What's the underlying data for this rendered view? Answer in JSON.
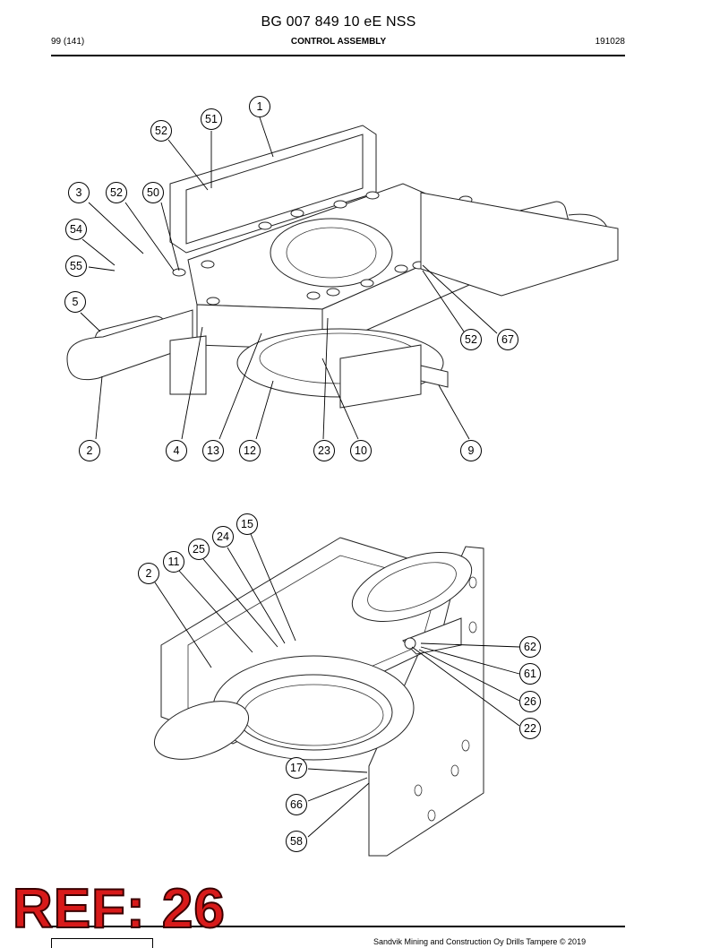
{
  "document": {
    "title": "BG 007 849 10 eE NSS",
    "page": "99 (141)",
    "section": "CONTROL ASSEMBLY",
    "date_code": "191028",
    "footer": "Sandvik Mining and Construction Oy Drills Tampere © 2019",
    "ref_stamp": "REF: 26"
  },
  "figure_top": {
    "callouts": [
      "1",
      "51",
      "52",
      "3",
      "52",
      "50",
      "54",
      "55",
      "5",
      "52",
      "67",
      "2",
      "4",
      "13",
      "12",
      "23",
      "10",
      "9"
    ]
  },
  "figure_bottom": {
    "callouts": [
      "15",
      "24",
      "25",
      "11",
      "2",
      "62",
      "61",
      "26",
      "22",
      "17",
      "66",
      "58"
    ]
  }
}
